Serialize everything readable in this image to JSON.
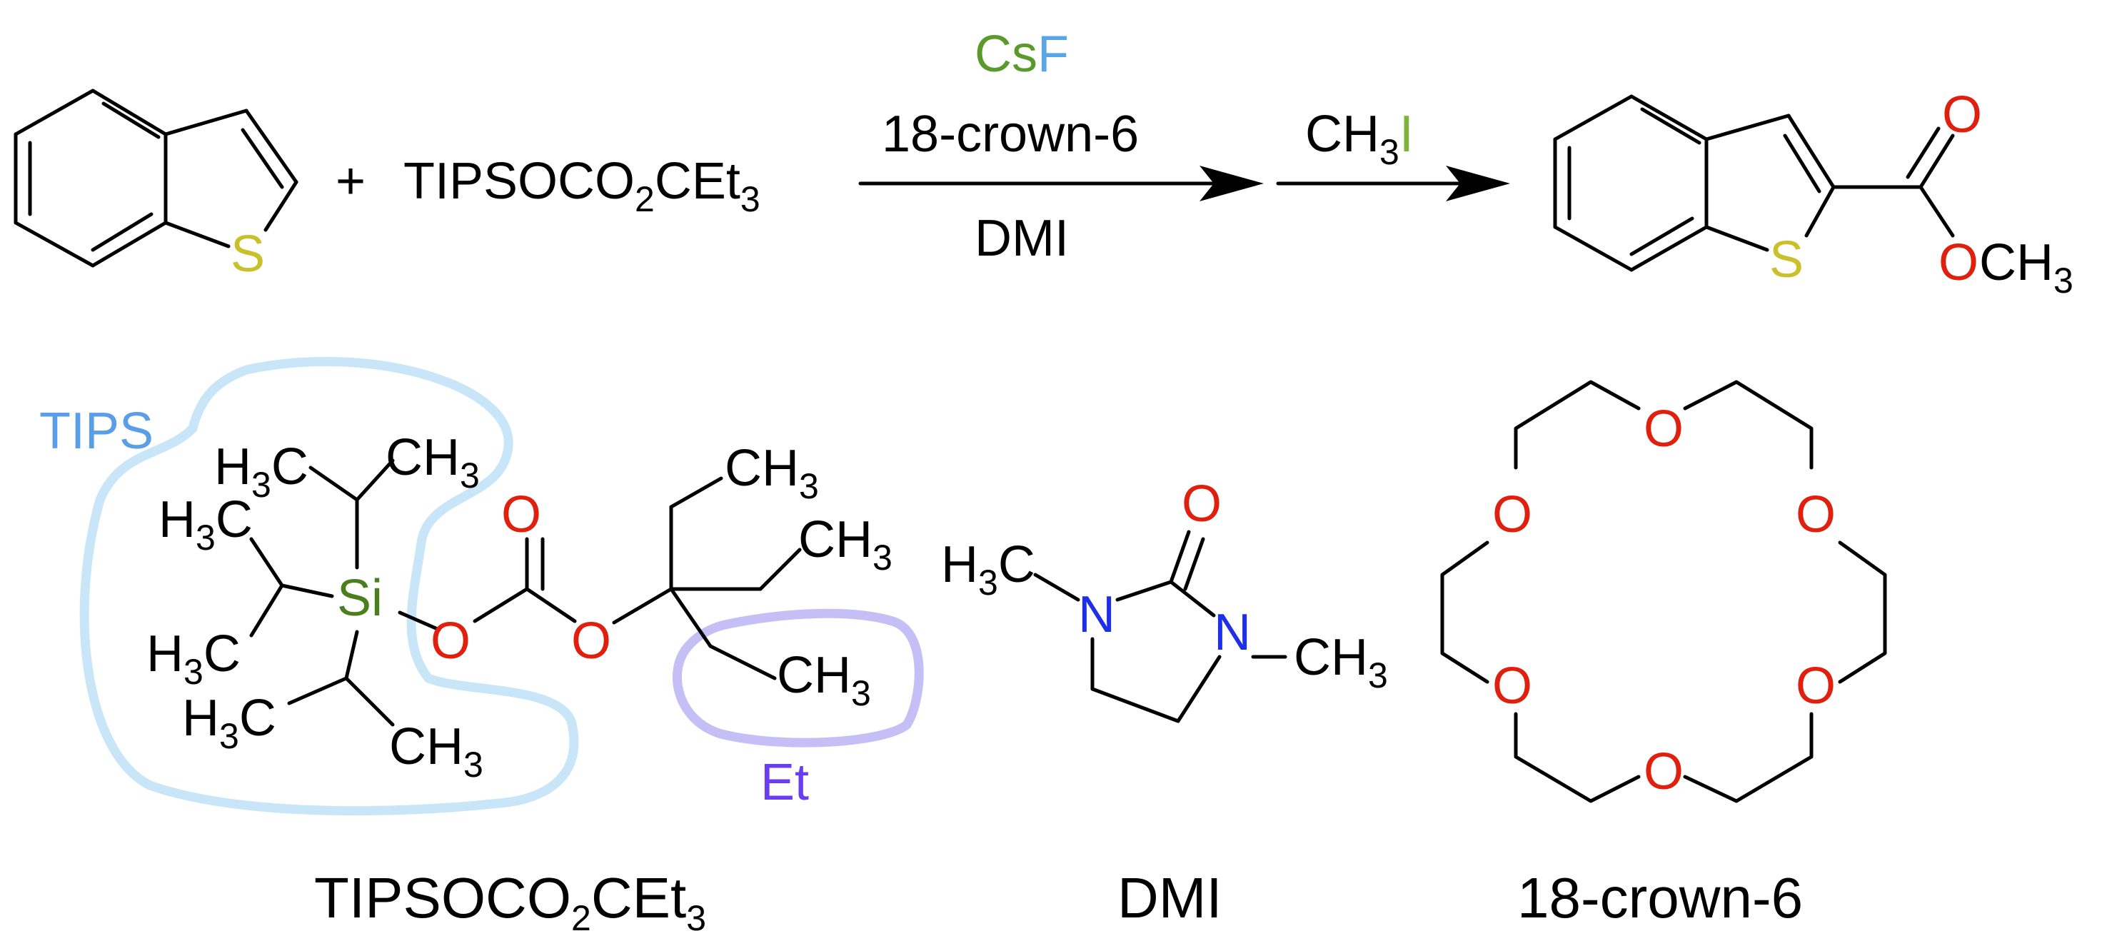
{
  "colors": {
    "black": "#000000",
    "oxygen": "#e0200e",
    "sulfur": "#c9c02a",
    "silicon": "#4a7f1e",
    "nitrogen": "#1e2fe6",
    "iodine": "#7fb236",
    "cesium": "#5a9a2a",
    "fluorine": "#5aa5e8",
    "tips_label": "#5a9ee8",
    "tips_halo": "#bfe2f7",
    "et_label": "#6a3ef0",
    "et_halo": "#bcb4f5"
  },
  "reaction": {
    "plus": "+",
    "reagent": {
      "main": "TIPSOCO",
      "sub1": "2",
      "mid": "CEt",
      "sub2": "3"
    },
    "arrow1": {
      "cs": "Cs",
      "f": "F",
      "line2": "18-crown-6",
      "below": "DMI"
    },
    "arrow2": {
      "ch": "CH",
      "sub": "3",
      "i": "I"
    }
  },
  "atoms": {
    "S": "S",
    "O": "O",
    "Si": "Si",
    "N": "N",
    "H": "H",
    "C": "C",
    "CH": "CH",
    "three": "3",
    "dash": "–"
  },
  "annotations": {
    "tips": "TIPS",
    "et": "Et"
  },
  "captions": {
    "reagent": {
      "main": "TIPSOCO",
      "sub1": "2",
      "mid": "CEt",
      "sub2": "3"
    },
    "dmi": "DMI",
    "crown": "18-crown-6"
  }
}
